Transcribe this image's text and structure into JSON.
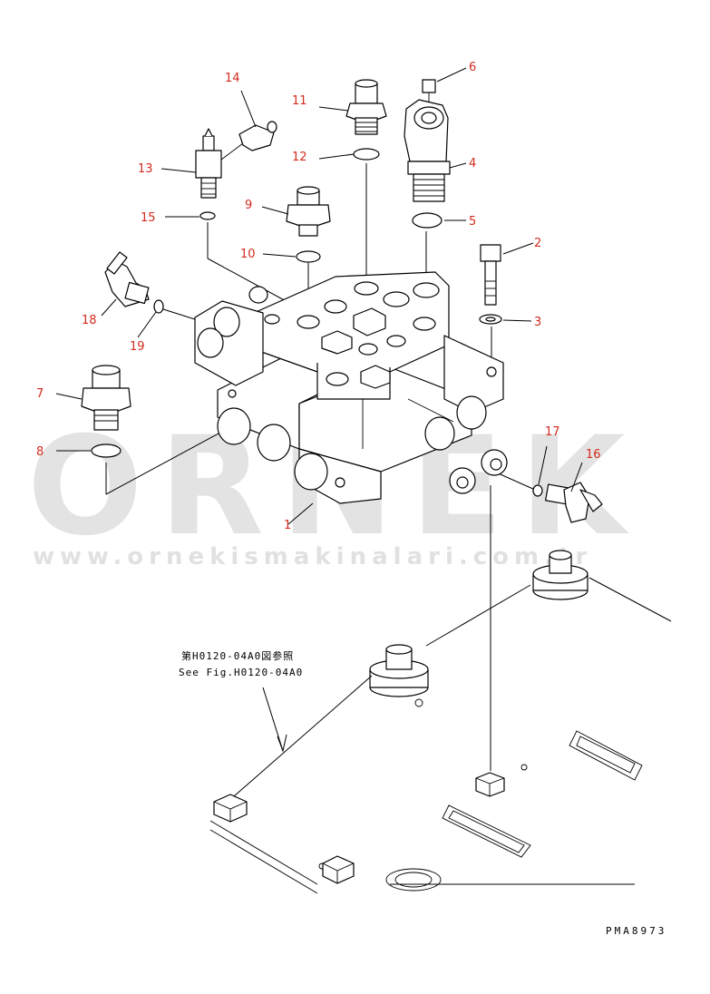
{
  "watermark": {
    "brand": "ORNEK",
    "url": "www.ornekismakinalari.com.tr"
  },
  "callouts": [
    {
      "id": "c1",
      "label": "1"
    },
    {
      "id": "c2",
      "label": "2"
    },
    {
      "id": "c3",
      "label": "3"
    },
    {
      "id": "c4",
      "label": "4"
    },
    {
      "id": "c5",
      "label": "5"
    },
    {
      "id": "c6",
      "label": "6"
    },
    {
      "id": "c7",
      "label": "7"
    },
    {
      "id": "c8",
      "label": "8"
    },
    {
      "id": "c9",
      "label": "9"
    },
    {
      "id": "c10",
      "label": "10"
    },
    {
      "id": "c11",
      "label": "11"
    },
    {
      "id": "c12",
      "label": "12"
    },
    {
      "id": "c13",
      "label": "13"
    },
    {
      "id": "c14",
      "label": "14"
    },
    {
      "id": "c15",
      "label": "15"
    },
    {
      "id": "c16",
      "label": "16"
    },
    {
      "id": "c17",
      "label": "17"
    },
    {
      "id": "c18",
      "label": "18"
    },
    {
      "id": "c19",
      "label": "19"
    }
  ],
  "reference_note": {
    "line1": "第H0120-04A0図参照",
    "line2": "See Fig.H0120-04A0"
  },
  "drawing_id": "PMA8973"
}
